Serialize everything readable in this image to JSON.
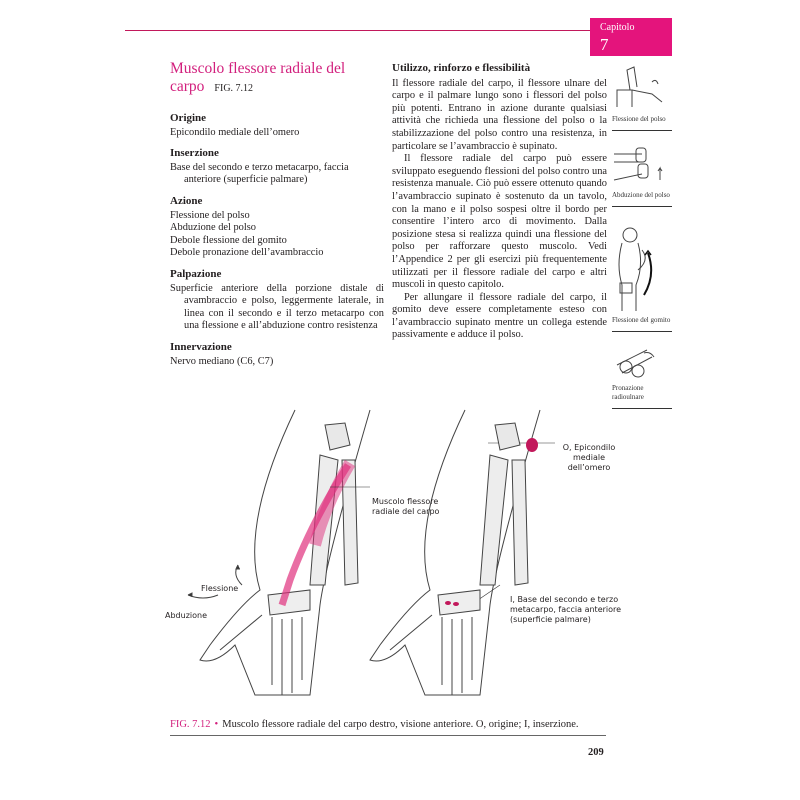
{
  "header": {
    "chapter_label": "Capitolo",
    "chapter_number": "7",
    "accent": "#e4147c"
  },
  "muscle": {
    "title_line1": "Muscolo flessore radiale del",
    "title_line2": "carpo",
    "fig_ref": "FIG. 7.12",
    "sections": [
      {
        "heading": "Origine",
        "items": [
          "Epicondilo mediale dell’omero"
        ]
      },
      {
        "heading": "Inserzione",
        "items": [
          "Base del secondo e terzo metacarpo, faccia anteriore (superficie palmare)"
        ]
      },
      {
        "heading": "Azione",
        "items": [
          "Flessione del polso",
          "Abduzione del polso",
          "Debole flessione del gomito",
          "Debole pronazione dell’avambraccio"
        ]
      },
      {
        "heading": "Palpazione",
        "items": [
          "Superficie anteriore della porzione distale di avambraccio e polso, leggermente laterale, in linea con il secondo e il terzo metacarpo con una flessione e all’abduzione contro resistenza"
        ]
      },
      {
        "heading": "Innervazione",
        "items": [
          "Nervo mediano (C6, C7)"
        ]
      }
    ]
  },
  "usage": {
    "heading": "Utilizzo, rinforzo e flessibilità",
    "paragraphs": [
      "Il flessore radiale del carpo, il flessore ulnare del carpo e il palmare lungo sono i flessori del polso più potenti. Entrano in azione durante qualsiasi attività che richieda una flessione del polso o la stabilizzazione del polso contro una resistenza, in particolare se l’avambraccio è supinato.",
      "Il flessore radiale del carpo può essere sviluppato eseguendo flessioni del polso contro una resistenza manuale. Ciò può essere ottenuto quando l’avambraccio supinato è sostenuto da un tavolo, con la mano e il polso sospesi oltre il bordo per consentire l’intero arco di movimento. Dalla posizione stesa si realizza quindi una flessione del polso per rafforzare questo muscolo. Vedi l’Appendice 2 per gli esercizi più frequentemente utilizzati per il flessore radiale del carpo e altri muscoli in questo capitolo.",
      "Per allungare il flessore radiale del carpo, il gomito deve essere completamente esteso con l’avambraccio supinato mentre un collega estende passivamente e adduce il polso."
    ]
  },
  "side_icons": [
    {
      "label": "Flessione del polso"
    },
    {
      "label": "Abduzione del polso"
    },
    {
      "label": "Flessione del gomito"
    },
    {
      "label": "Pronazione radioulnare"
    }
  ],
  "figure": {
    "left_labels": {
      "muscle": "Muscolo flessore radiale del carpo",
      "flexion": "Flessione",
      "abduction": "Abduzione"
    },
    "right_labels": {
      "origin": "O, Epicondilo mediale dell’omero",
      "insertion": "I, Base del secondo e terzo metacarpo, faccia anteriore (superficie palmare)"
    },
    "caption_ref": "FIG. 7.12",
    "caption_bullet": "•",
    "caption": "Muscolo flessore radiale del carpo destro, visione anteriore. O, origine; I, inserzione."
  },
  "page_number": "209"
}
